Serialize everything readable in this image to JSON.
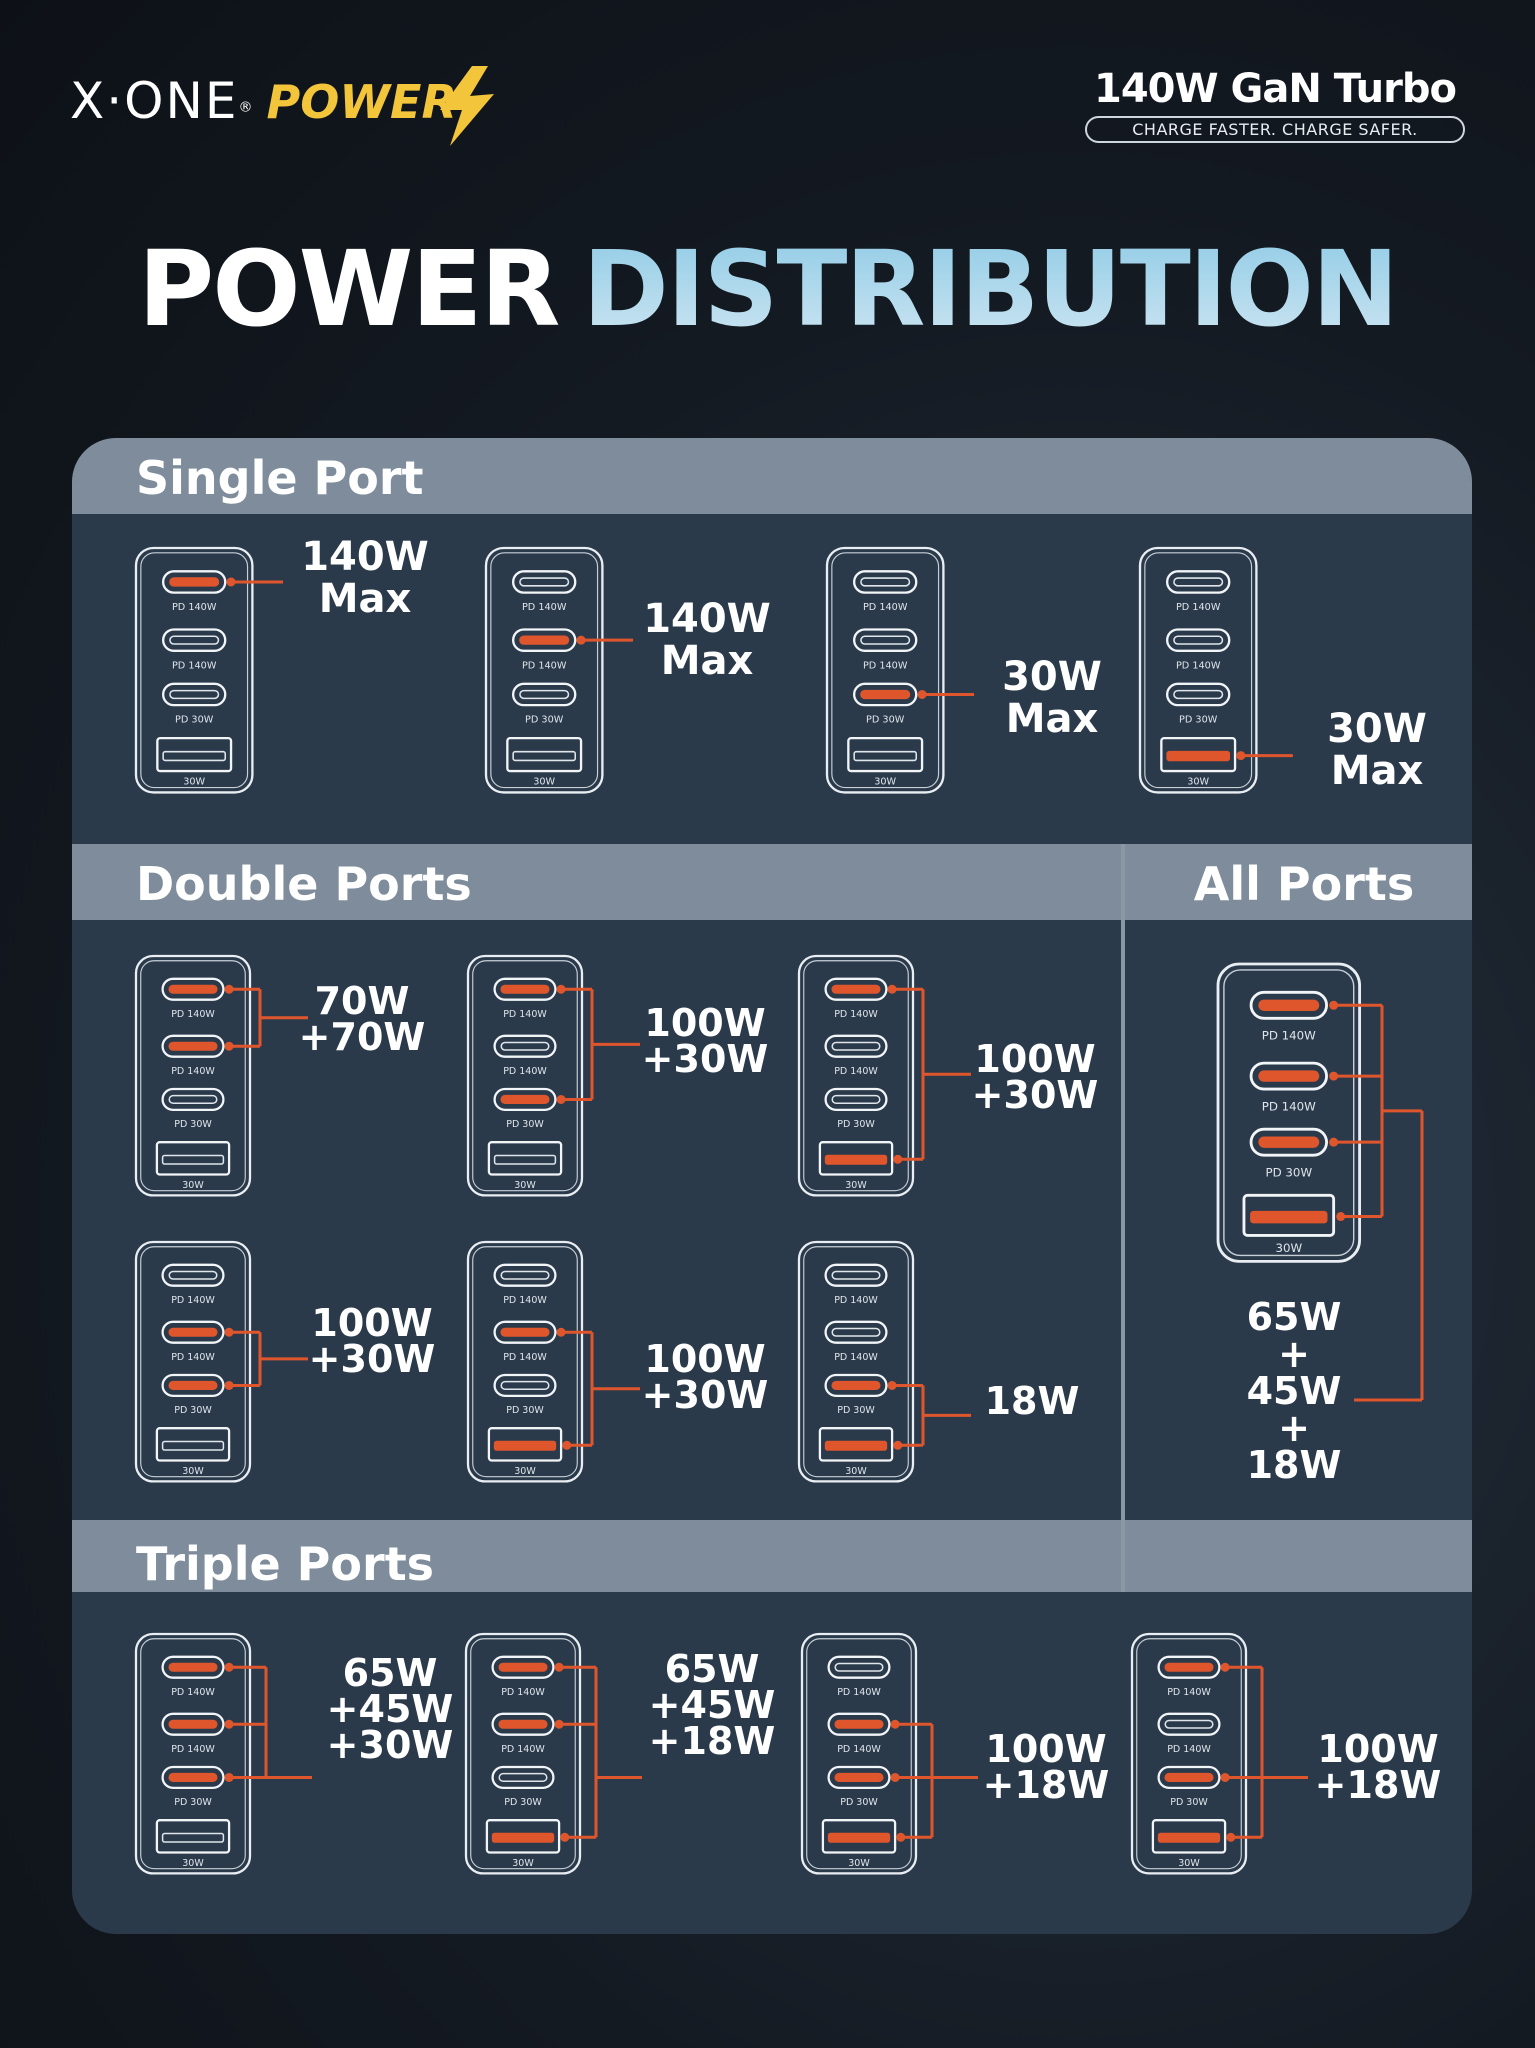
{
  "brand": {
    "name": "X·ONE",
    "registered": "®",
    "power": "POWER"
  },
  "badge": {
    "title": "140W GaN Turbo",
    "tagline": "CHARGE FASTER.  CHARGE SAFER."
  },
  "headline": {
    "part1": "POWER",
    "part2": "DISTRIBUTION"
  },
  "port_labels": [
    "PD 140W",
    "PD 140W",
    "PD 30W",
    "30W"
  ],
  "colors": {
    "active_port": "#e0562c",
    "connector": "#e0562c",
    "panel": "#2b3a4b",
    "section_header": "#7e8c9b"
  },
  "sections": [
    {
      "title": "Single Port",
      "configs": [
        {
          "active": [
            0
          ],
          "label": [
            "140W",
            "Max"
          ]
        },
        {
          "active": [
            1
          ],
          "label": [
            "140W",
            "Max"
          ]
        },
        {
          "active": [
            2
          ],
          "label": [
            "30W",
            "Max"
          ]
        },
        {
          "active": [
            3
          ],
          "label": [
            "30W",
            "Max"
          ]
        }
      ]
    },
    {
      "title": "Double Ports",
      "configs": [
        {
          "active": [
            0,
            1
          ],
          "label": [
            "70W",
            "+70W"
          ]
        },
        {
          "active": [
            0,
            2
          ],
          "label": [
            "100W",
            "+30W"
          ]
        },
        {
          "active": [
            0,
            3
          ],
          "label": [
            "100W",
            "+30W"
          ]
        },
        {
          "active": [
            1,
            2
          ],
          "label": [
            "100W",
            "+30W"
          ]
        },
        {
          "active": [
            1,
            3
          ],
          "label": [
            "100W",
            "+30W"
          ]
        },
        {
          "active": [
            2,
            3
          ],
          "label": [
            "18W"
          ]
        }
      ]
    },
    {
      "title": "All Ports",
      "configs": [
        {
          "active": [
            0,
            1,
            2,
            3
          ],
          "label": [
            "65W",
            "+",
            "45W",
            "+",
            "18W"
          ]
        }
      ]
    },
    {
      "title": "Triple Ports",
      "configs": [
        {
          "active": [
            0,
            1,
            2
          ],
          "label": [
            "65W",
            "+45W",
            "+30W"
          ]
        },
        {
          "active": [
            0,
            1,
            3
          ],
          "label": [
            "65W",
            "+45W",
            "+18W"
          ]
        },
        {
          "active": [
            1,
            2,
            3
          ],
          "label": [
            "100W",
            "+18W"
          ]
        },
        {
          "active": [
            0,
            2,
            3
          ],
          "label": [
            "100W",
            "+18W"
          ]
        }
      ]
    }
  ]
}
